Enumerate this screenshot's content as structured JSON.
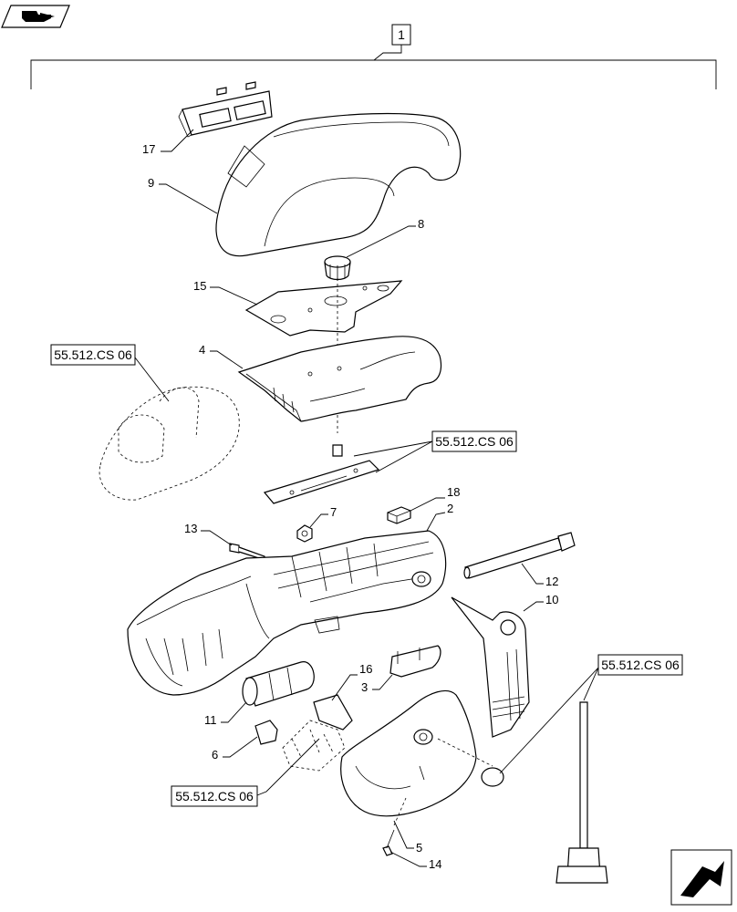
{
  "assembly_label": "1",
  "callouts": {
    "c17": "17",
    "c9": "9",
    "c8": "8",
    "c15": "15",
    "c4": "4",
    "c18": "18",
    "c2": "2",
    "c7": "7",
    "c13": "13",
    "c12": "12",
    "c10": "10",
    "c16": "16",
    "c3": "3",
    "c11": "11",
    "c6": "6",
    "c5": "5",
    "c14": "14"
  },
  "references": {
    "ref_left_knob": "55.512.CS 06",
    "ref_pcb": "55.512.CS 06",
    "ref_right_rod": "55.512.CS 06",
    "ref_bottom_left": "55.512.CS 06"
  },
  "icons": {
    "top_left": "page-back-icon",
    "bottom_right": "next-page-arrow-icon"
  },
  "colors": {
    "line": "#000000",
    "background": "#ffffff"
  }
}
